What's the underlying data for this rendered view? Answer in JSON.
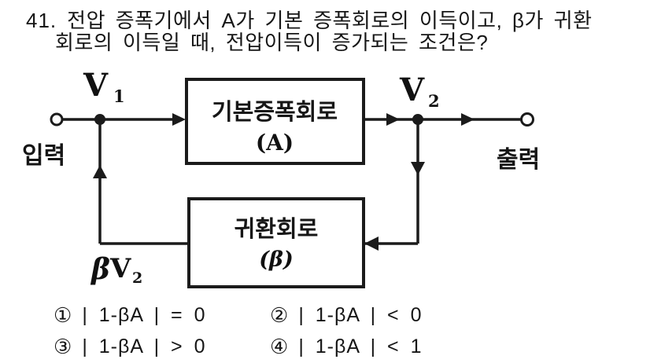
{
  "question": {
    "number": "41.",
    "line1": "전압 증폭기에서 A가 기본 증폭회로의 이득이고, β가 귀환",
    "line2": "회로의 이득일 때, 전압이득이 증가되는 조건은?"
  },
  "diagram": {
    "input_terminal_label": "입력",
    "output_terminal_label": "출력",
    "v1_label": {
      "base": "V",
      "sub": "1"
    },
    "v2_label": {
      "base": "V",
      "sub": "2"
    },
    "feedback_signal_label": {
      "beta": "β",
      "base": "V",
      "sub": "2"
    },
    "amplifier_block": {
      "title": "기본증폭회로",
      "symbol": "(A)"
    },
    "feedback_block": {
      "title": "귀환회로",
      "symbol": "(β)"
    }
  },
  "options": [
    {
      "num": "①",
      "formula": "| 1-βA | = 0"
    },
    {
      "num": "②",
      "formula": "| 1-βA | < 0"
    },
    {
      "num": "③",
      "formula": "| 1-βA | > 0"
    },
    {
      "num": "④",
      "formula": "| 1-βA | < 1"
    }
  ],
  "colors": {
    "ink": "#1b1b1b",
    "paper": "#ffffff"
  }
}
